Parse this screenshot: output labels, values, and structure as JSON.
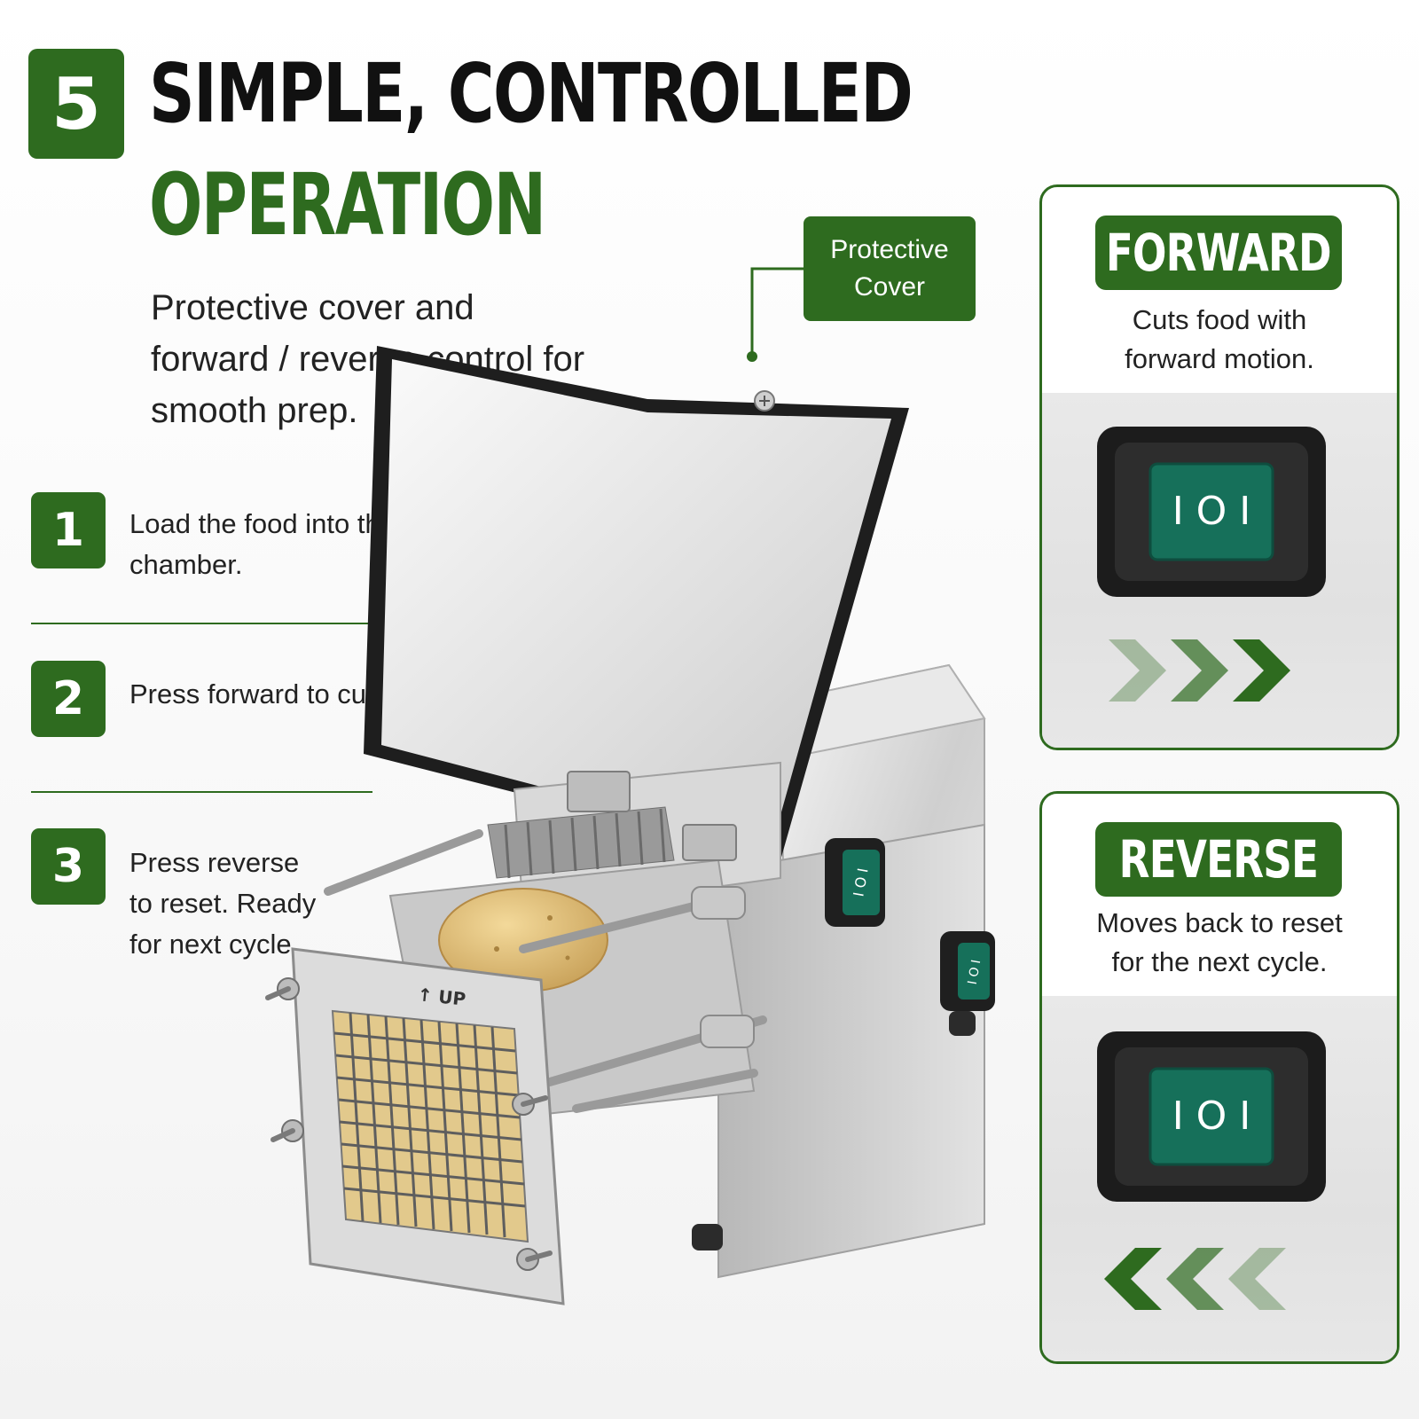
{
  "header": {
    "badge_number": "5",
    "title_line1": "SIMPLE, CONTROLLED",
    "title_line2": "OPERATION",
    "intro": "Protective cover and forward / reverse control for smooth prep."
  },
  "steps": [
    {
      "number": "1",
      "text": "Load the food into the chamber."
    },
    {
      "number": "2",
      "text": "Press forward to cut."
    },
    {
      "number": "3",
      "text": "Press reverse to reset. Ready for next cycle."
    }
  ],
  "callout": {
    "label": "Protective\nCover"
  },
  "product": {
    "grid_label": "↑ UP",
    "switch_symbol": "I O I"
  },
  "cards": {
    "forward": {
      "title": "FORWARD",
      "description": "Cuts food with\nforward motion.",
      "switch_symbol": "I O I",
      "arrow_icon": "chevron-right-icon"
    },
    "reverse": {
      "title": "REVERSE",
      "description": "Moves back to reset\nfor the next cycle.",
      "switch_symbol": "I O I",
      "arrow_icon": "chevron-left-icon"
    }
  },
  "colors": {
    "brand_green": "#2e6b1f",
    "switch_green": "#16705a"
  }
}
